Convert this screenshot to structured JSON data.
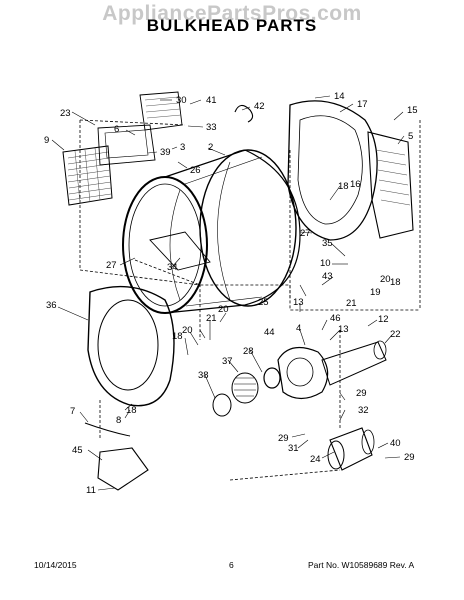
{
  "watermark": "AppliancePartsPros.com",
  "title": "BULKHEAD PARTS",
  "footer": {
    "date": "10/14/2015",
    "page": "6",
    "part_no": "Part No.  W10589689  Rev.  A"
  },
  "callouts": [
    "30",
    "41",
    "42",
    "14",
    "17",
    "15",
    "23",
    "6",
    "33",
    "3",
    "5",
    "9",
    "39",
    "2",
    "26",
    "18",
    "16",
    "27",
    "35",
    "10",
    "43",
    "27",
    "34",
    "20",
    "18",
    "19",
    "21",
    "25",
    "13",
    "46",
    "36",
    "21",
    "20",
    "20",
    "44",
    "13",
    "12",
    "18",
    "22",
    "4",
    "28",
    "37",
    "38",
    "29",
    "32",
    "7",
    "18",
    "8",
    "45",
    "29",
    "31",
    "24",
    "40",
    "29",
    "11"
  ],
  "colors": {
    "line": "#000000",
    "watermark": "#c8c8c8"
  }
}
